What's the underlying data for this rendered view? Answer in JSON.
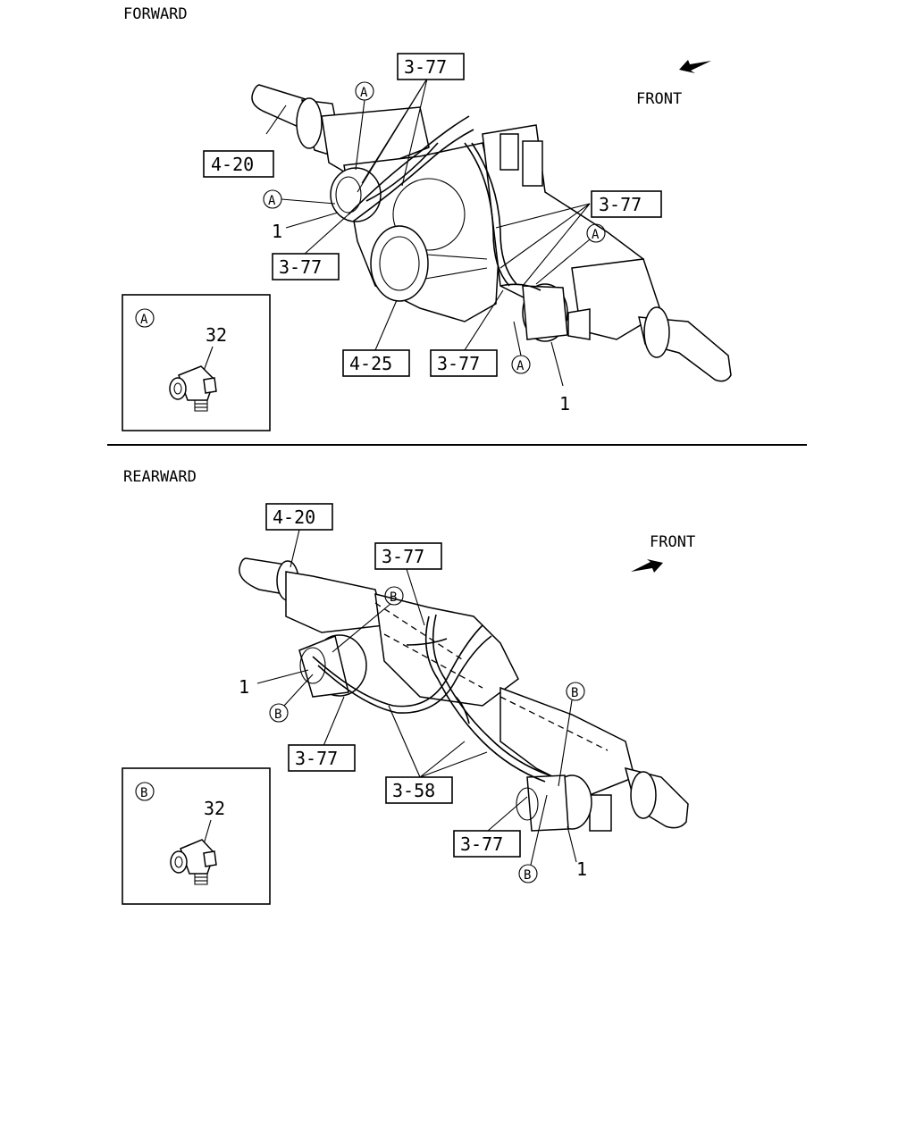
{
  "sections": {
    "forward": {
      "title": "FORWARD",
      "front_label": "FRONT"
    },
    "rearward": {
      "title": "REARWARD",
      "front_label": "FRONT"
    }
  },
  "callouts": {
    "f_3_77_top": "3-77",
    "f_4_20": "4-20",
    "f_3_77_right": "3-77",
    "f_3_77_left": "3-77",
    "f_4_25": "4-25",
    "f_3_77_bottom": "3-77",
    "r_4_20": "4-20",
    "r_3_77_top": "3-77",
    "r_3_77_left": "3-77",
    "r_3_58": "3-58",
    "r_3_77_bottom": "3-77"
  },
  "plain_labels": {
    "f_1_left": "1",
    "f_1_right": "1",
    "r_1_left": "1",
    "r_1_right": "1"
  },
  "circle_markers": {
    "forward": "A",
    "rearward": "B"
  },
  "insets": {
    "forward": {
      "marker": "A",
      "part_number": "32"
    },
    "rearward": {
      "marker": "B",
      "part_number": "32"
    }
  }
}
